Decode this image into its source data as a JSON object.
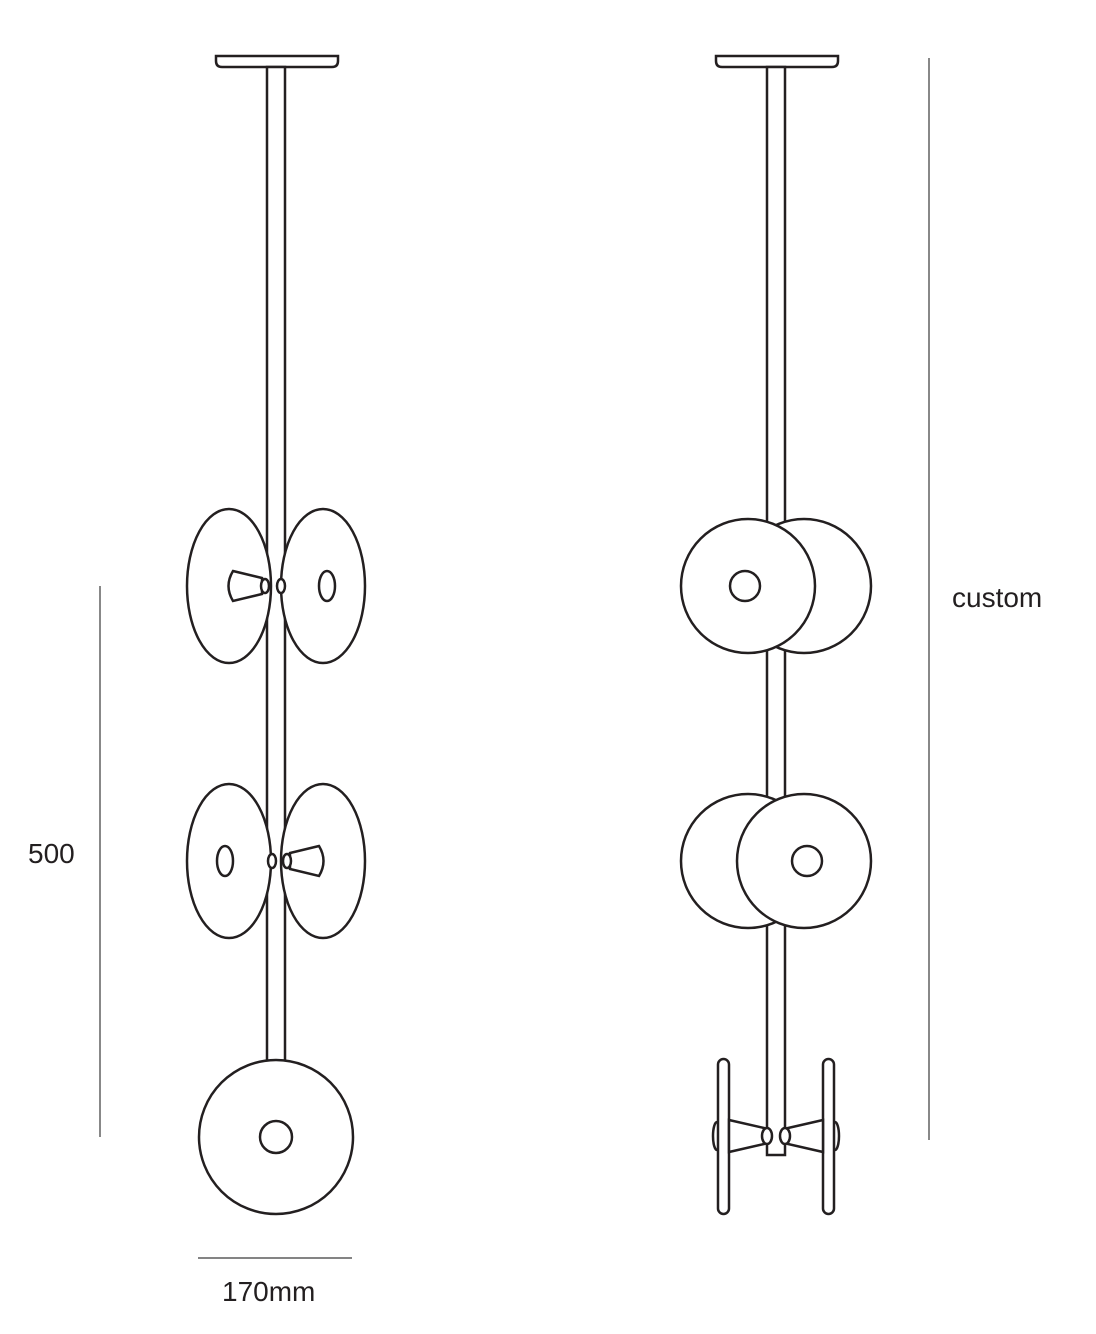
{
  "dimensions": {
    "height_label": "500",
    "width_label": "170mm",
    "overall_label": "custom"
  },
  "colors": {
    "line": "#231f20",
    "dimension_line": "#3a3a3a",
    "fill": "#ffffff"
  }
}
